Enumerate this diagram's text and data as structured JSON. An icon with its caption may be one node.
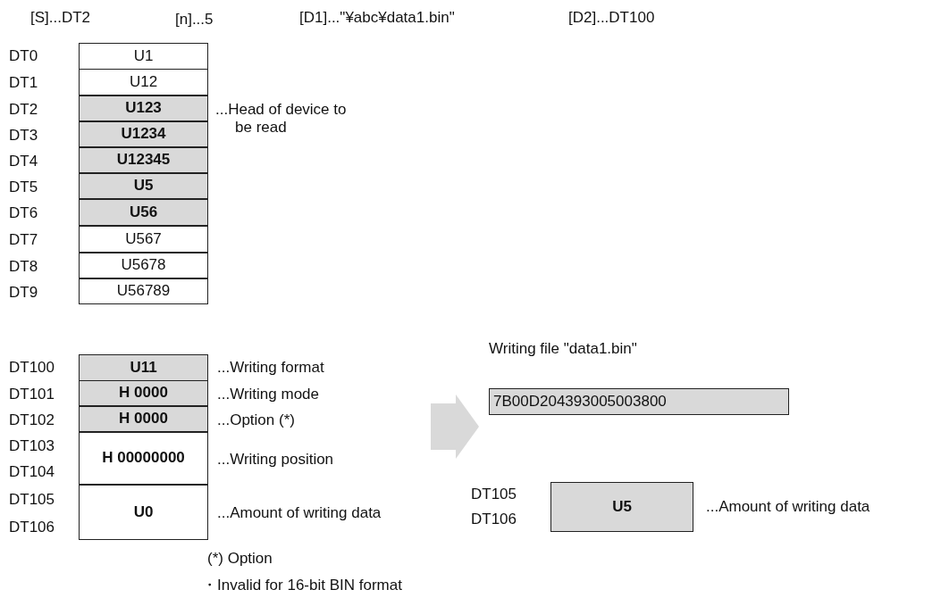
{
  "diagram": {
    "nodes": [
      {
        "text": [
          "U1"
        ],
        "beside": [
          "DT0"
        ]
      },
      {
        "text": [
          "U12"
        ],
        "beside": [
          "DT1"
        ]
      },
      {
        "text": [
          "U123"
        ],
        "beside": [
          "DT2",
          "...Head of device to be read"
        ]
      },
      {
        "text": [
          "U1234"
        ],
        "beside": [
          "DT3"
        ]
      },
      {
        "text": [
          "U12345"
        ],
        "beside": [
          "DT4"
        ]
      },
      {
        "text": [
          "U5"
        ],
        "beside": [
          "DT5"
        ]
      },
      {
        "text": [
          "U56"
        ],
        "beside": [
          "DT6"
        ]
      },
      {
        "text": [
          "U567"
        ],
        "beside": [
          "DT7"
        ]
      },
      {
        "text": [
          "U5678"
        ],
        "beside": [
          "DT8"
        ]
      },
      {
        "text": [
          "U56789"
        ],
        "beside": [
          "DT9"
        ]
      },
      {
        "text": [
          "U11"
        ],
        "beside": [
          "DT100",
          "...Writing format"
        ]
      },
      {
        "text": [
          "H 0000"
        ],
        "beside": [
          "DT101",
          "...Writing mode"
        ]
      },
      {
        "text": [
          "H 0000"
        ],
        "beside": [
          "DT102",
          "...Option (*)"
        ]
      },
      {
        "text": [
          "H 00000000"
        ],
        "beside": [
          "DT103",
          "DT104",
          "...Writing position"
        ]
      },
      {
        "text": [
          "U0"
        ],
        "beside": [
          "DT105",
          "DT106",
          "...Amount of writing data"
        ]
      },
      {
        "text": [
          "Writing file \"data1.bin\"",
          "7B00D204393005003800"
        ]
      },
      {
        "text": [
          "U5"
        ],
        "beside": [
          "DT105",
          "DT106",
          "...Amount of writing data"
        ]
      }
    ],
    "edges": [
      {
        "from": null,
        "to": 15,
        "arrow": "to"
      }
    ],
    "labels": [
      "[S]...DT2",
      "[n]...5",
      "[D1]...\"¥abc¥data1.bin\"",
      "[D2]...DT100",
      "(*) Option",
      "・Invalid for 16-bit BIN format"
    ]
  }
}
